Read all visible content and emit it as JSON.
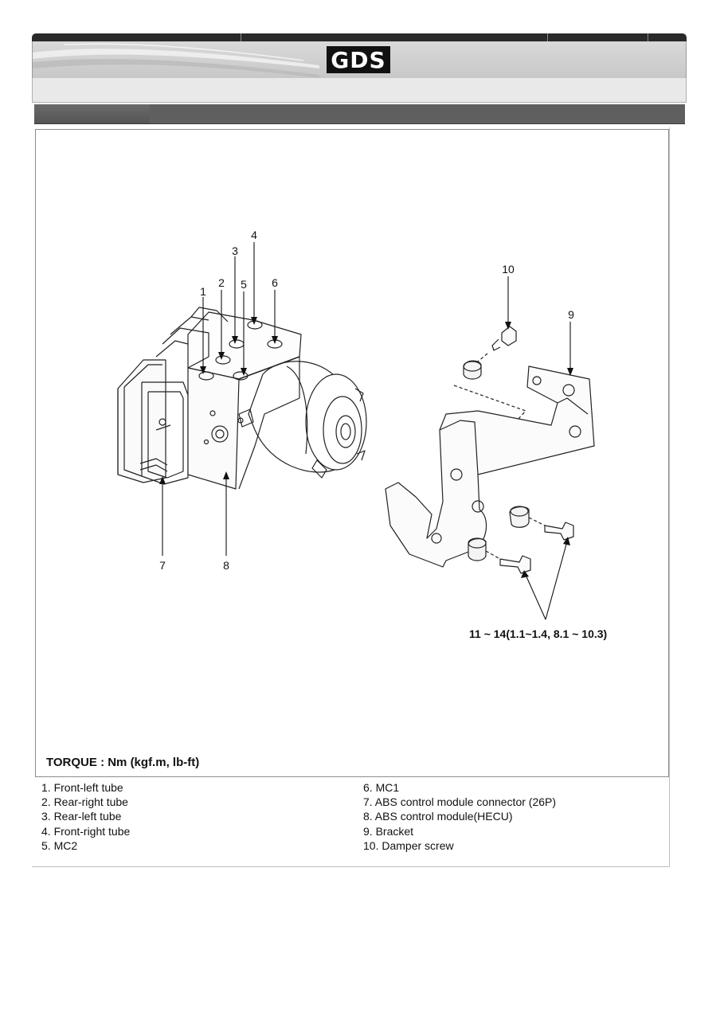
{
  "header": {
    "logo_text": "GDS"
  },
  "figure": {
    "callouts": [
      "1",
      "2",
      "3",
      "4",
      "5",
      "6",
      "7",
      "8",
      "9",
      "10"
    ],
    "torque_spec": "11 ~ 14(1.1~1.4, 8.1 ~ 10.3)",
    "torque_note": "TORQUE : Nm (kgf.m, lb-ft)"
  },
  "legend": {
    "left": [
      "1. Front-left tube",
      "2. Rear-right tube",
      "3. Rear-left tube",
      "4. Front-right tube",
      "5. MC2"
    ],
    "right": [
      "6. MC1",
      "7. ABS control module connector (26P)",
      "8. ABS control module(HECU)",
      "9. Bracket",
      "10. Damper screw"
    ]
  }
}
